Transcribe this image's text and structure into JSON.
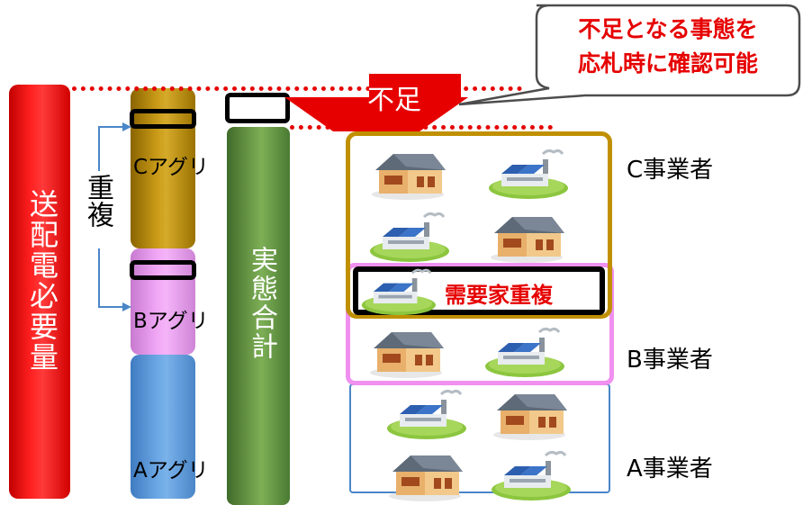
{
  "bars": {
    "total_demand_label": "送配電必要量",
    "actual_total_label": "実態合計",
    "aggregator_c": "Cアグリ",
    "aggregator_b": "Bアグリ",
    "aggregator_a": "Aアグリ",
    "duplication_label": "重複"
  },
  "shortage": {
    "arrow_label": "不足",
    "callout_line1": "不足となる事態を",
    "callout_line2": "応札時に確認可能"
  },
  "operators": {
    "c": "C事業者",
    "b": "B事業者",
    "a": "A事業者",
    "duplicate_customer": "需要家重複"
  },
  "colors": {
    "red": "#e60000",
    "gold": "#c09000",
    "pink": "#f090f0",
    "blue": "#4a7fbf",
    "green": "#5f8f3e"
  }
}
